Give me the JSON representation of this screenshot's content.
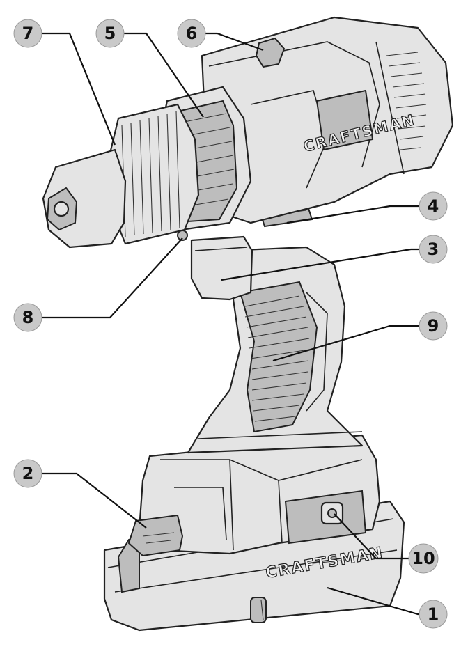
{
  "brand_text": [
    "CRAFTSMAN",
    "CRAFTSMAN"
  ],
  "callouts": [
    {
      "id": "1",
      "label": "1"
    },
    {
      "id": "2",
      "label": "2"
    },
    {
      "id": "3",
      "label": "3"
    },
    {
      "id": "4",
      "label": "4"
    },
    {
      "id": "5",
      "label": "5"
    },
    {
      "id": "6",
      "label": "6"
    },
    {
      "id": "7",
      "label": "7"
    },
    {
      "id": "8",
      "label": "8"
    },
    {
      "id": "9",
      "label": "9"
    },
    {
      "id": "10",
      "label": "10"
    }
  ],
  "colors": {
    "callout_fill": "#c9c9c9",
    "line": "#111111",
    "body": "#e4e4e4"
  }
}
